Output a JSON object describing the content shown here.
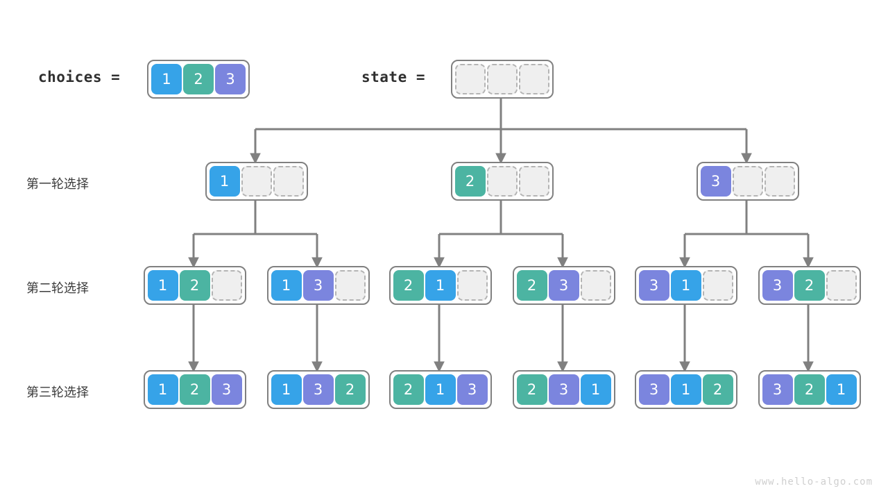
{
  "header": {
    "choices_label": "choices =",
    "state_label": "state =",
    "choices_values": [
      1,
      2,
      3
    ],
    "state_values": [
      null,
      null,
      null
    ]
  },
  "rows": [
    {
      "label": "第一轮选择",
      "nodes": [
        {
          "values": [
            1,
            null,
            null
          ]
        },
        {
          "values": [
            2,
            null,
            null
          ]
        },
        {
          "values": [
            3,
            null,
            null
          ]
        }
      ]
    },
    {
      "label": "第二轮选择",
      "nodes": [
        {
          "values": [
            1,
            2,
            null
          ]
        },
        {
          "values": [
            1,
            3,
            null
          ]
        },
        {
          "values": [
            2,
            1,
            null
          ]
        },
        {
          "values": [
            2,
            3,
            null
          ]
        },
        {
          "values": [
            3,
            1,
            null
          ]
        },
        {
          "values": [
            3,
            2,
            null
          ]
        }
      ]
    },
    {
      "label": "第三轮选择",
      "nodes": [
        {
          "values": [
            1,
            2,
            3
          ]
        },
        {
          "values": [
            1,
            3,
            2
          ]
        },
        {
          "values": [
            2,
            1,
            3
          ]
        },
        {
          "values": [
            2,
            3,
            1
          ]
        },
        {
          "values": [
            3,
            1,
            2
          ]
        },
        {
          "values": [
            3,
            2,
            1
          ]
        }
      ]
    }
  ],
  "colors": {
    "value_1": "#36a3e8",
    "value_2": "#4cb4a2",
    "value_3": "#7b85de",
    "empty_fill": "#efefef",
    "empty_border": "#b4b4b4",
    "box_border": "#808080",
    "edge": "#808080",
    "text": "#3c3c3c",
    "background": "#ffffff"
  },
  "watermark": "www.hello-algo.com"
}
